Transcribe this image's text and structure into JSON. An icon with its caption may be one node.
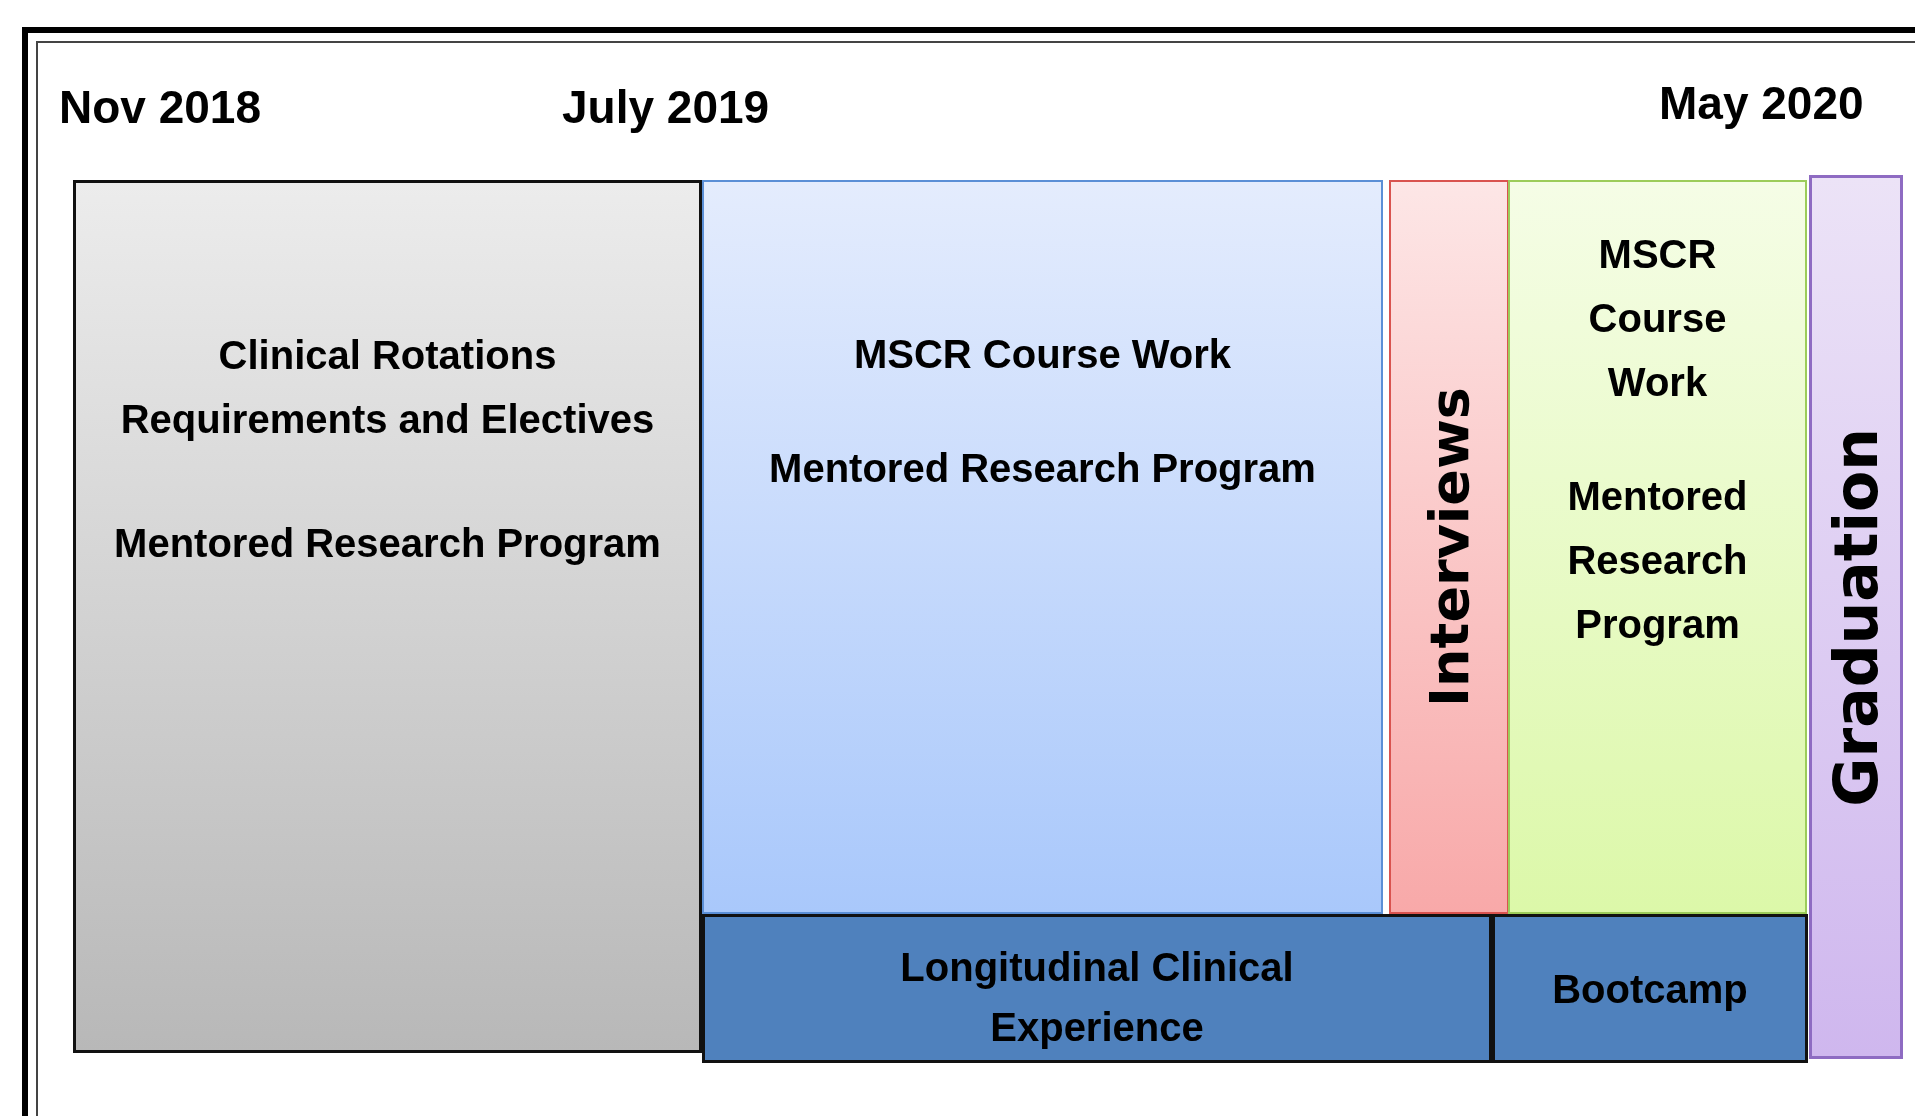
{
  "diagram": {
    "nodes": [
      {
        "text": [
          "Clinical Rotations Requirements and Electives",
          "Mentored Research Program"
        ]
      },
      {
        "text": [
          "MSCR Course Work",
          "Mentored Research Program"
        ]
      },
      {
        "text": [
          "Interviews"
        ]
      },
      {
        "text": [
          "MSCR Course Work",
          "Mentored Research Program"
        ]
      },
      {
        "text": [
          "Graduation"
        ]
      },
      {
        "text": [
          "Longitudinal Clinical Experience"
        ]
      },
      {
        "text": [
          "Bootcamp"
        ]
      }
    ],
    "edges": [],
    "labels": [
      "Nov 2018",
      "July 2019",
      "May 2020"
    ]
  }
}
